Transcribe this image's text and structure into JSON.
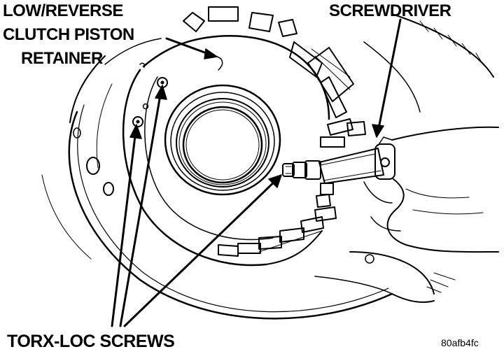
{
  "labels": {
    "retainer_line1": "LOW/REVERSE",
    "retainer_line2": "CLUTCH PISTON",
    "retainer_line3": "RETAINER",
    "screwdriver": "SCREWDRIVER",
    "torx_screws": "TORX-LOC SCREWS",
    "figure_code": "80afb4fc"
  },
  "colors": {
    "ink": "#000000",
    "paper": "#ffffff"
  }
}
